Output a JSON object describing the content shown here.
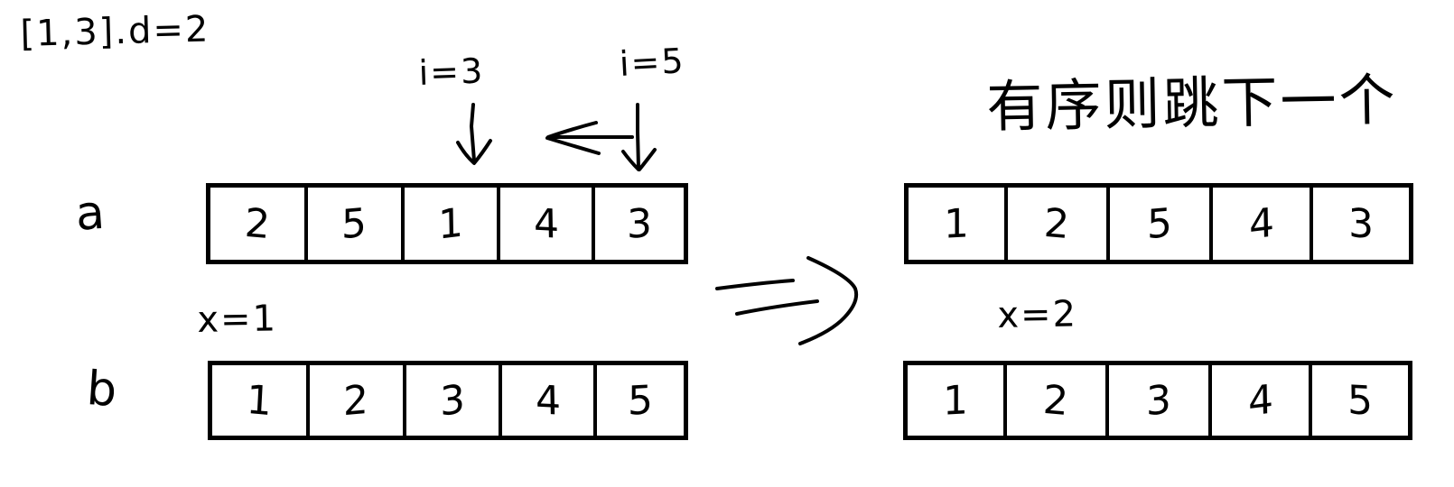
{
  "annotations": {
    "range_note": "[1,3].d=2",
    "index_left": "i=3",
    "index_right": "i=5",
    "label_a": "a",
    "label_b": "b",
    "x_before": "x=1",
    "x_after": "x=2",
    "chinese_note": "有序则跳下一个"
  },
  "icons": {
    "down_arrow_left": "down-arrow-icon",
    "down_arrow_right": "down-arrow-icon",
    "left_arrow": "left-arrow-icon",
    "implies_arrow": "double-right-arrow-icon"
  },
  "arrays": {
    "before_a": {
      "name": "a",
      "values": [
        "2",
        "5",
        "1",
        "4",
        "3"
      ]
    },
    "before_b": {
      "name": "b",
      "values": [
        "1",
        "2",
        "3",
        "4",
        "5"
      ]
    },
    "after_a": {
      "name": "a",
      "values": [
        "1",
        "2",
        "5",
        "4",
        "3"
      ]
    },
    "after_b": {
      "name": "b",
      "values": [
        "1",
        "2",
        "3",
        "4",
        "5"
      ]
    }
  },
  "colors": {
    "ink": "#000000",
    "paper": "#ffffff"
  }
}
